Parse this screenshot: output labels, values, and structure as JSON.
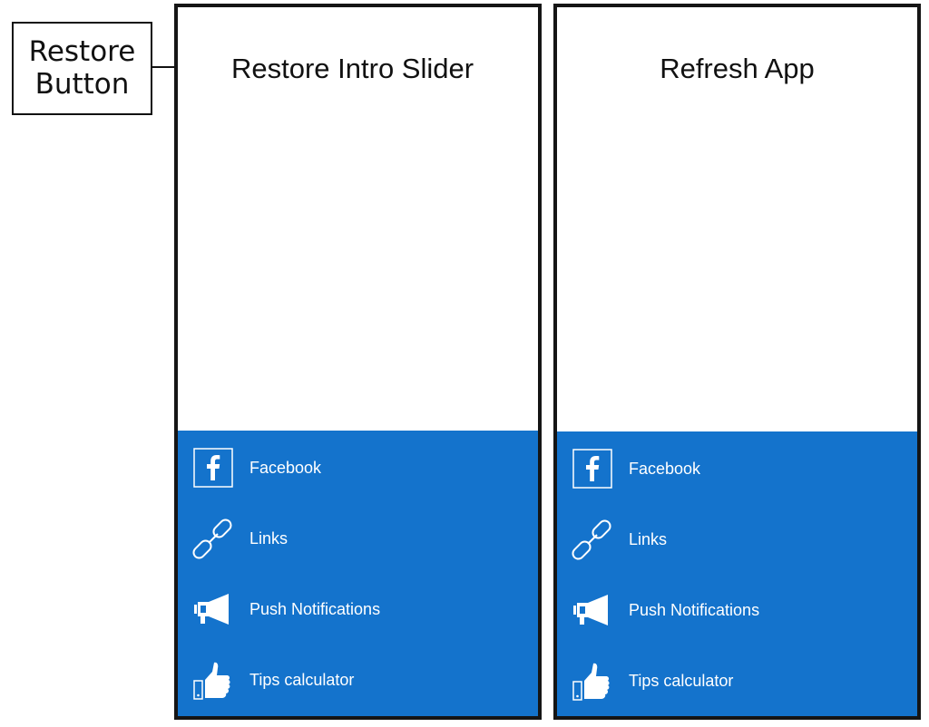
{
  "callout": {
    "line1": "Restore",
    "line2": "Button"
  },
  "left_screen": {
    "button_label": "Restore Intro Slider",
    "menu": [
      {
        "label": "Facebook",
        "icon": "facebook-icon"
      },
      {
        "label": "Links",
        "icon": "link-icon"
      },
      {
        "label": "Push Notifications",
        "icon": "megaphone-icon"
      },
      {
        "label": "Tips calculator",
        "icon": "thumbs-up-icon"
      }
    ]
  },
  "right_screen": {
    "button_label": "Refresh App",
    "menu": [
      {
        "label": "Facebook",
        "icon": "facebook-icon"
      },
      {
        "label": "Links",
        "icon": "link-icon"
      },
      {
        "label": "Push Notifications",
        "icon": "megaphone-icon"
      },
      {
        "label": "Tips calculator",
        "icon": "thumbs-up-icon"
      }
    ]
  },
  "colors": {
    "menu_background": "#1473cc",
    "frame": "#151515",
    "text": "#111111",
    "menu_text": "#ffffff"
  }
}
